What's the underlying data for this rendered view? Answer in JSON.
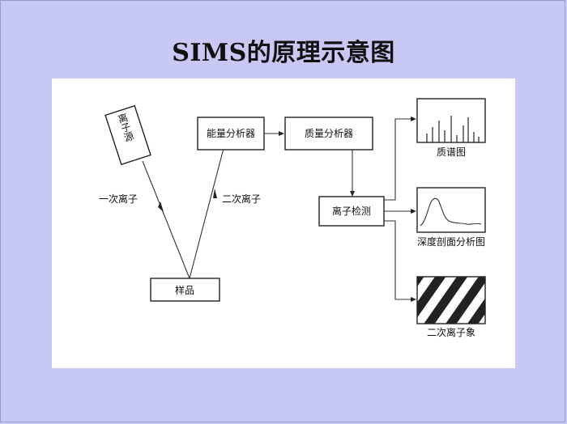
{
  "title": "SIMS的原理示意图",
  "diagram": {
    "ion_source": "离子源",
    "primary_ions": "一次离子",
    "secondary_ions": "二次离子",
    "sample": "样品",
    "energy_analyzer": "能量分析器",
    "mass_analyzer": "质量分析器",
    "ion_detector": "离子检测",
    "mass_spectrum": "质谱图",
    "depth_profile": "深度剖面分析图",
    "secondary_ion_image": "二次离子象"
  }
}
